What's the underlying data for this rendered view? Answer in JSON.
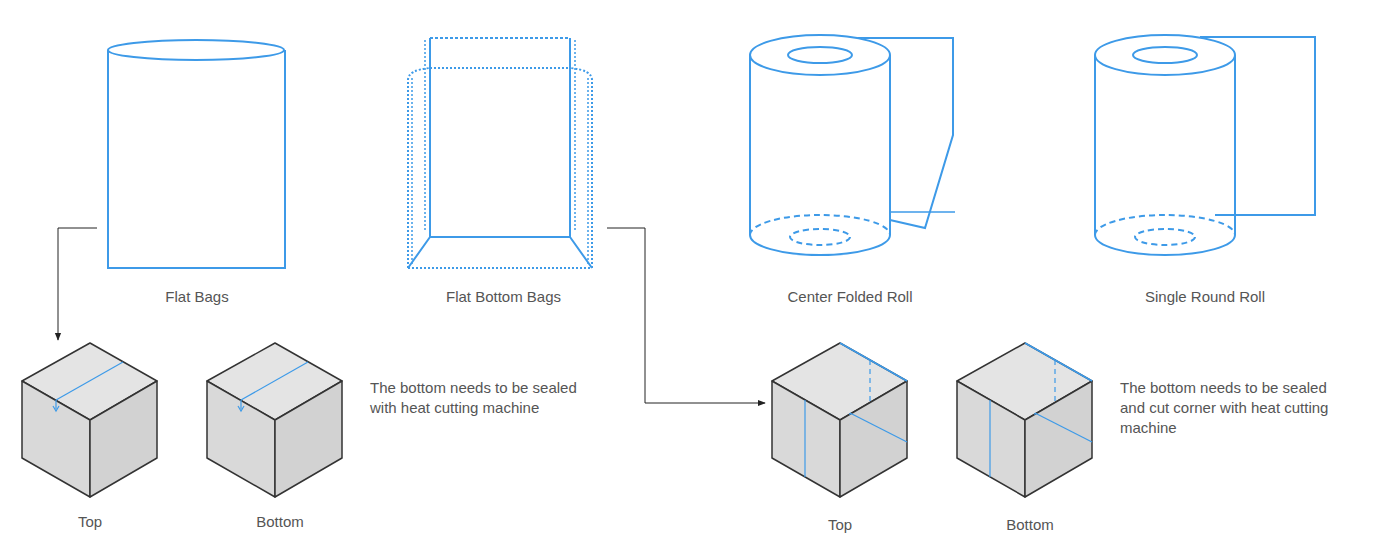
{
  "diagram": {
    "nodes": [
      {
        "text": [
          "Flat Bags"
        ]
      },
      {
        "text": [
          "Flat Bottom Bags"
        ]
      },
      {
        "text": [
          "Center Folded Roll"
        ]
      },
      {
        "text": [
          "Single Round Roll"
        ]
      },
      {
        "text": [
          "Top"
        ]
      },
      {
        "text": [
          "Bottom"
        ]
      },
      {
        "text": [
          "Top"
        ]
      },
      {
        "text": [
          "Bottom"
        ]
      }
    ],
    "edges": [
      {
        "from": 0,
        "to": 4,
        "arrow": "to"
      },
      {
        "from": 1,
        "to": 6,
        "arrow": "to"
      }
    ],
    "labels": [
      "The bottom needs to be sealed with heat cutting machine",
      "The bottom needs to be sealed and cut corner with heat cutting machine"
    ]
  }
}
